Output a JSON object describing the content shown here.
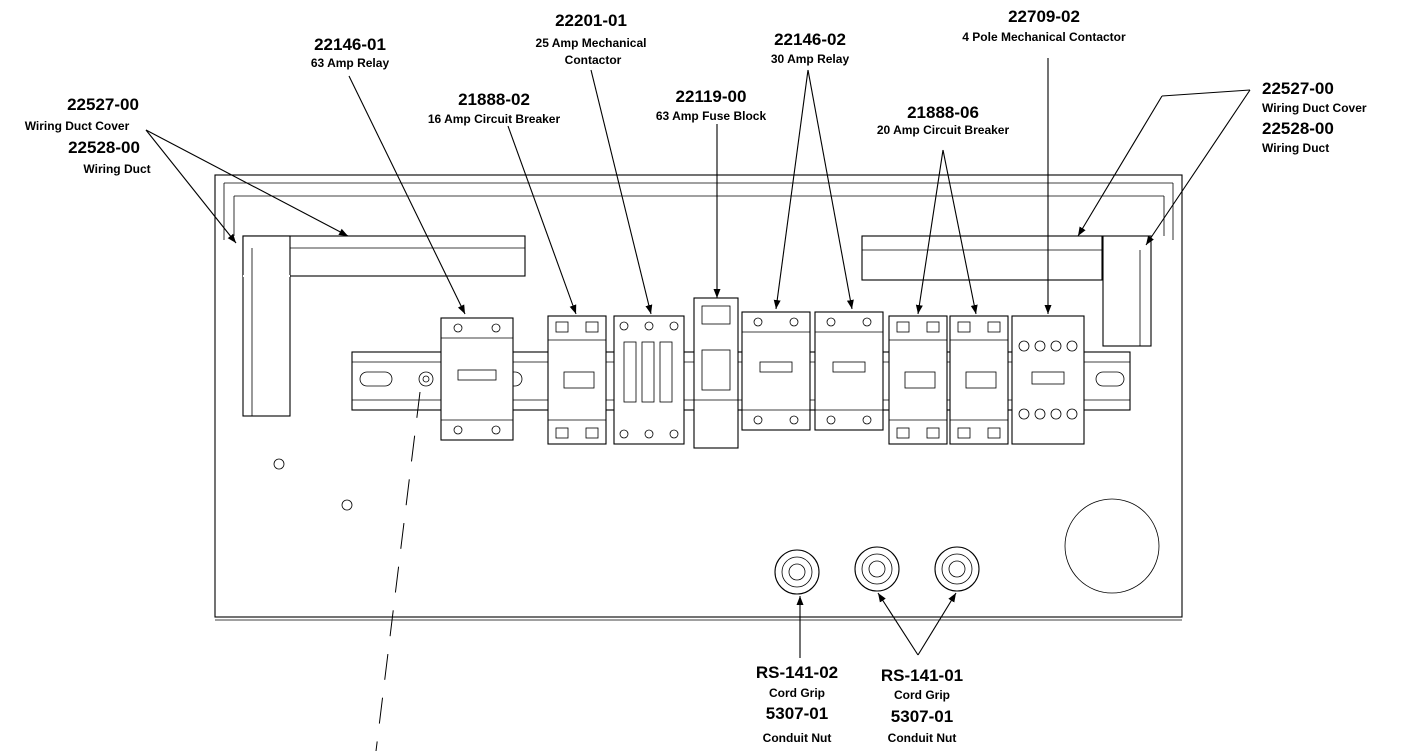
{
  "callouts": [
    {
      "id": "wd-left",
      "part": "22527-00",
      "desc": "Wiring Duct Cover",
      "part2": "22528-00",
      "desc2": "Wiring Duct"
    },
    {
      "id": "relay63",
      "part": "22146-01",
      "desc": "63 Amp Relay"
    },
    {
      "id": "cb16",
      "part": "21888-02",
      "desc": "16 Amp Circuit Breaker"
    },
    {
      "id": "contactor25",
      "part": "22201-01",
      "desc": "25 Amp Mechanical",
      "desc2": "Contactor"
    },
    {
      "id": "fuse63",
      "part": "22119-00",
      "desc": "63 Amp Fuse Block"
    },
    {
      "id": "relay30",
      "part": "22146-02",
      "desc": "30 Amp Relay"
    },
    {
      "id": "cb20",
      "part": "21888-06",
      "desc": "20 Amp Circuit Breaker"
    },
    {
      "id": "contactor4p",
      "part": "22709-02",
      "desc": "4 Pole Mechanical Contactor"
    },
    {
      "id": "wd-right",
      "part": "22527-00",
      "desc": "Wiring Duct Cover",
      "part2": "22528-00",
      "desc2": "Wiring Duct"
    },
    {
      "id": "grip2",
      "part": "RS-141-02",
      "desc": "Cord Grip",
      "part2": "5307-01",
      "desc2": "Conduit Nut"
    },
    {
      "id": "grip1",
      "part": "RS-141-01",
      "desc": "Cord Grip",
      "part2": "5307-01",
      "desc2": "Conduit Nut"
    }
  ]
}
